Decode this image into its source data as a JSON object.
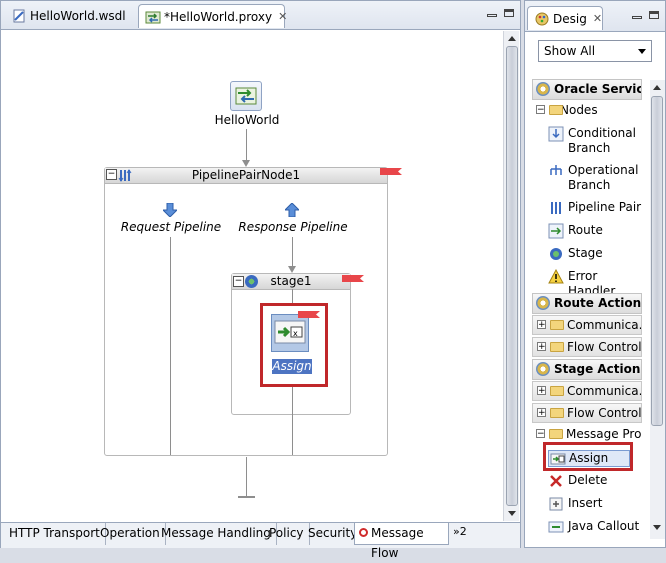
{
  "editor": {
    "tabs": [
      {
        "label": "HelloWorld.wsdl",
        "icon": "wsdl-icon"
      },
      {
        "label": "*HelloWorld.proxy",
        "icon": "proxy-icon"
      }
    ],
    "start_node": {
      "label": "HelloWorld",
      "icon": "proxy-service-icon"
    },
    "pipeline_pair": {
      "label": "PipelinePairNode1"
    },
    "request_pipeline": "Request Pipeline",
    "response_pipeline": "Response Pipeline",
    "stage": {
      "label": "stage1"
    },
    "assign_action": {
      "label": "Assign"
    },
    "bottom_tabs": [
      "HTTP Transport",
      "Operation",
      "Message Handling",
      "Policy",
      "Security",
      "Message Flow"
    ],
    "bottom_overflow": "»2",
    "active_bottom_tab": "Message Flow"
  },
  "palette": {
    "tab_label": "Desig",
    "filter": {
      "value": "Show All"
    },
    "oracle_services": "Oracle Servic...",
    "nodes_header": "Nodes",
    "nodes": [
      "Conditional Branch",
      "Operational Branch",
      "Pipeline Pair",
      "Route",
      "Stage",
      "Error Handler"
    ],
    "route_actions": "Route Actions",
    "route_sub": [
      "Communica...",
      "Flow Control"
    ],
    "stage_actions": "Stage Actions",
    "stage_sub": [
      "Communica...",
      "Flow Control"
    ],
    "message_processing": "Message Pro...",
    "message_items": [
      "Assign",
      "Delete",
      "Insert",
      "Java Callout"
    ]
  },
  "colors": {
    "selection": "#4d74c2",
    "highlight_border": "#c0282a",
    "flag": "#e8464a"
  }
}
